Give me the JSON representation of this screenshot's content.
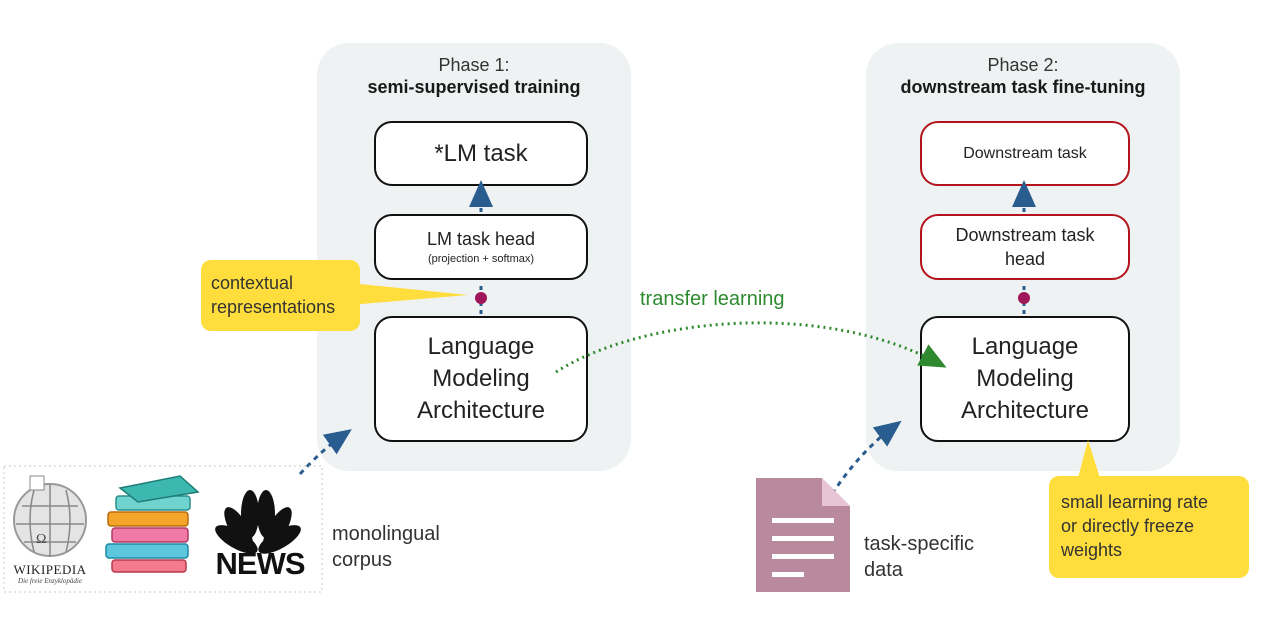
{
  "phase1": {
    "title": "Phase 1:",
    "subtitle": "semi-supervised training",
    "lm_task": "*LM task",
    "lm_head": "LM task head",
    "lm_head_sub": "(projection + softmax)",
    "arch_lines": [
      "Language",
      "Modeling",
      "Architecture"
    ]
  },
  "phase2": {
    "title": "Phase 2:",
    "subtitle": "downstream task fine-tuning",
    "task": "Downstream task",
    "head_lines": [
      "Downstream task",
      "head"
    ],
    "arch_lines": [
      "Language",
      "Modeling",
      "Architecture"
    ]
  },
  "callouts": {
    "contextual": [
      "contextual",
      "representations"
    ],
    "freeze": [
      "small learning rate",
      "or directly freeze",
      "weights"
    ]
  },
  "transfer_label": "transfer learning",
  "corpus": {
    "label_lines": [
      "monolingual",
      "corpus"
    ],
    "wikipedia_wordmark": "WIKIPEDIA",
    "wikipedia_tagline": "Die freie Enzyklopädie",
    "news_wordmark": "NEWS"
  },
  "taskdata": {
    "label_lines": [
      "task-specific",
      "data"
    ]
  },
  "colors": {
    "panel": "#eef2f2",
    "callout": "#ffdd3d",
    "arrow_blue": "#2a5d8f",
    "transfer_green": "#2f8a2f",
    "dot_magenta": "#a0165a",
    "red_border": "#b3141c",
    "document": "#b98a9e"
  }
}
